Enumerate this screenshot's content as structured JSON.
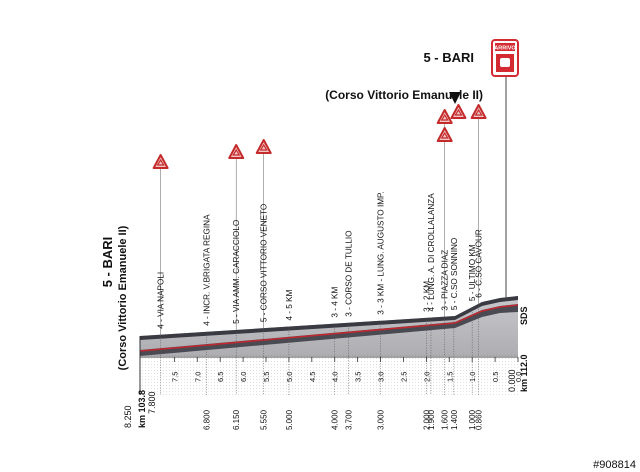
{
  "header": {
    "finish_title": "5 - BARI",
    "finish_subtitle": "(Corso Vittorio Emanuele II)",
    "arrivo_label": "ARRIVO"
  },
  "start": {
    "title": "5 - BARI",
    "subtitle": "(Corso Vittorio Emanuele II)",
    "km_label": "km 103.8",
    "distance_to_go": "8.250",
    "sub_distance": "7.800"
  },
  "finish": {
    "km_label": "km 112.0",
    "distance": "0.000",
    "tail_label": "SDS"
  },
  "waypoints": [
    {
      "label": "4 - VIA NAPOLI",
      "km": 0.45,
      "dist": "",
      "warning": true
    },
    {
      "label": "4 - INCR. V.BRIGATA REGINA",
      "km": 1.45,
      "dist": "6.800",
      "warning": false
    },
    {
      "label": "5 - VIA AMM. CARACCIOLO",
      "km": 2.1,
      "dist": "6.150",
      "warning": true
    },
    {
      "label": "5 - CORSO VITTORIO VENETO",
      "km": 2.7,
      "dist": "5.550",
      "warning": true
    },
    {
      "label": "4 - 5 KM",
      "km": 3.25,
      "dist": "5.000",
      "warning": false
    },
    {
      "label": "3 - 4 KM",
      "km": 4.25,
      "dist": "4.000",
      "warning": false
    },
    {
      "label": "3 - CORSO DE TULLIO",
      "km": 4.55,
      "dist": "3.700",
      "warning": false
    },
    {
      "label": "3 - 3 KM - LUNG. AUGUSTO IMP.",
      "km": 5.25,
      "dist": "3.000",
      "warning": false
    },
    {
      "label": "3 - 2 KM",
      "km": 6.25,
      "dist": "2.000",
      "warning": false
    },
    {
      "label": "4 - LUNG. A. DI CROLLALANZA",
      "km": 6.35,
      "dist": "1.900",
      "warning": false
    },
    {
      "label": "3 - PIAZZA DIAZ",
      "km": 6.65,
      "dist": "1.600",
      "warning": true
    },
    {
      "label": "5 - C.SO SONNINO",
      "km": 6.85,
      "dist": "1.400",
      "warning": false
    },
    {
      "label": "5 - ULTIMO KM",
      "km": 7.25,
      "dist": "1.000",
      "warning": false
    },
    {
      "label": "6 - C.SO CAVOUR",
      "km": 7.39,
      "dist": "0.860",
      "warning": true
    }
  ],
  "scale_ticks": [
    "7.5",
    "7.0",
    "6.5",
    "6.0",
    "5.5",
    "5.0",
    "4.5",
    "4.0",
    "3.5",
    "3.0",
    "2.5",
    "2.0",
    "1.5",
    "1.0",
    "0.5",
    "0.0"
  ],
  "watermark": "#908814",
  "colors": {
    "road_top": "#3c3c44",
    "road_side": "#8a8a92",
    "red_line": "#c0282f",
    "warning_fill": "#f2c6c6",
    "warning_stroke": "#c42a2a",
    "arrivo": "#d42a32"
  }
}
